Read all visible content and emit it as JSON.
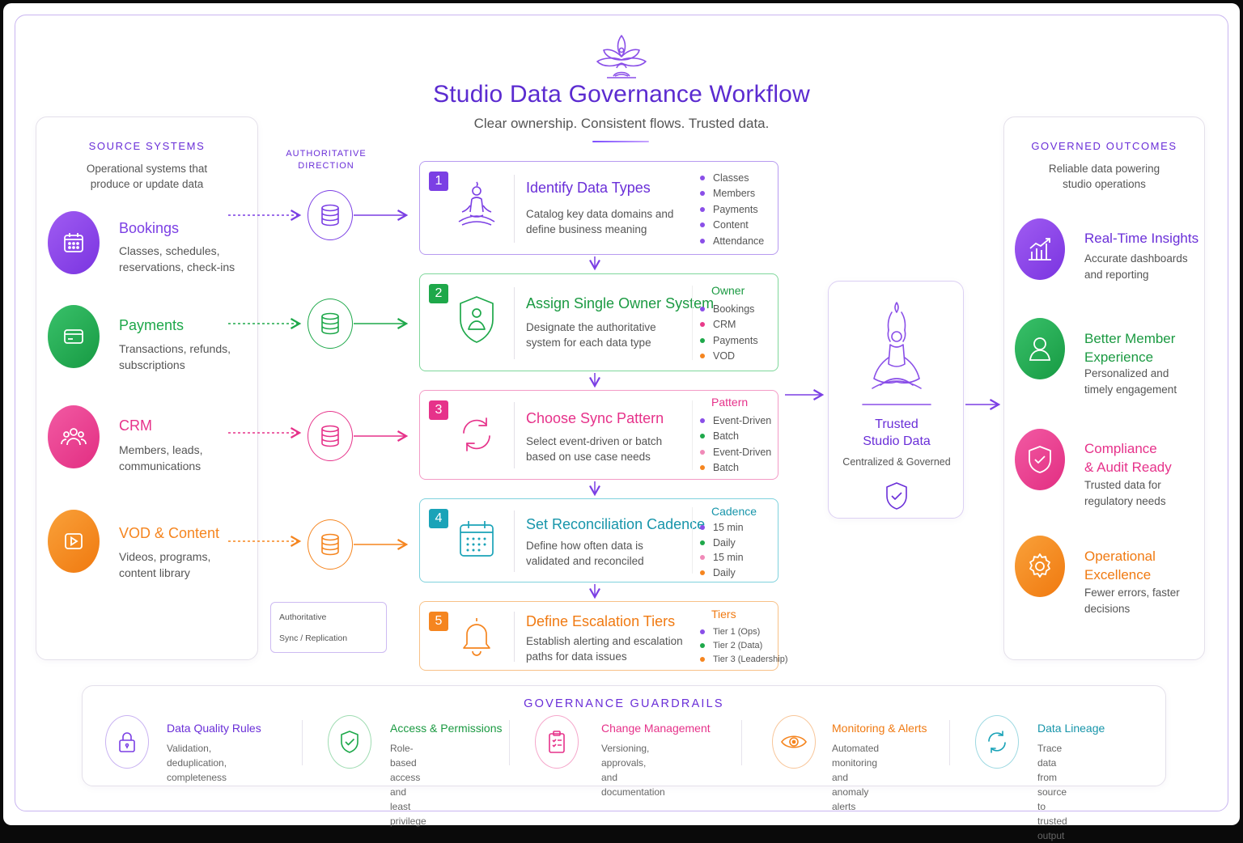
{
  "header": {
    "title": "Studio Data Governance Workflow",
    "subtitle": "Clear ownership. Consistent flows. Trusted data.",
    "logo_icon": "lotus-meditation-icon"
  },
  "source_panel": {
    "heading": "SOURCE SYSTEMS",
    "description": "Operational systems that\nproduce or update data",
    "items": [
      {
        "title": "Bookings",
        "desc": "Classes, schedules,\nreservations, check-ins",
        "color": "#8a3fe8",
        "icon": "calendar-icon"
      },
      {
        "title": "Payments",
        "desc": "Transactions, refunds,\nsubscriptions",
        "color": "#1eaa4e",
        "icon": "credit-card-icon"
      },
      {
        "title": "CRM",
        "desc": "Members, leads,\ncommunications",
        "color": "#e93a8e",
        "icon": "users-icon"
      },
      {
        "title": "VOD & Content",
        "desc": "Videos, programs,\ncontent library",
        "color": "#f5851f",
        "icon": "play-video-icon"
      }
    ]
  },
  "direction_label": "AUTHORITATIVE\nDIRECTION",
  "legend": {
    "authoritative": "Authoritative",
    "sync": "Sync / Replication"
  },
  "steps": [
    {
      "num": "1",
      "title": "Identify Data Types",
      "desc": "Catalog key data domains and\ndefine business meaning",
      "color": "#7b3fe4",
      "icon": "meditation-person-icon",
      "list_head": "",
      "items": [
        {
          "label": "Classes",
          "dot": "#8a4fe8"
        },
        {
          "label": "Members",
          "dot": "#8a4fe8"
        },
        {
          "label": "Payments",
          "dot": "#8a4fe8"
        },
        {
          "label": "Content",
          "dot": "#8a4fe8"
        },
        {
          "label": "Attendance",
          "dot": "#8a4fe8"
        }
      ]
    },
    {
      "num": "2",
      "title": "Assign Single Owner System",
      "desc": "Designate the authoritative\nsystem for each data type",
      "color": "#1ea84a",
      "icon": "shield-user-icon",
      "list_head": "Owner",
      "items": [
        {
          "label": "Bookings",
          "dot": "#8a4fe8"
        },
        {
          "label": "CRM",
          "dot": "#e83a8a"
        },
        {
          "label": "Payments",
          "dot": "#1ea84a"
        },
        {
          "label": "VOD",
          "dot": "#f5851f"
        }
      ]
    },
    {
      "num": "3",
      "title": "Choose Sync Pattern",
      "desc": "Select event-driven or batch\nbased on use case needs",
      "color": "#e6328a",
      "icon": "sync-arrows-icon",
      "list_head": "Pattern",
      "items": [
        {
          "label": "Event-Driven",
          "dot": "#8a4fe8"
        },
        {
          "label": "Batch",
          "dot": "#1ea84a"
        },
        {
          "label": "Event-Driven",
          "dot": "#f08ab8"
        },
        {
          "label": "Batch",
          "dot": "#f5851f"
        }
      ]
    },
    {
      "num": "4",
      "title": "Set Reconciliation Cadence",
      "desc": "Define how often data is\nvalidated and reconciled",
      "color": "#1aa3b8",
      "icon": "calendar-grid-icon",
      "list_head": "Cadence",
      "items": [
        {
          "label": "15 min",
          "dot": "#8a4fe8"
        },
        {
          "label": "Daily",
          "dot": "#1ea84a"
        },
        {
          "label": "15 min",
          "dot": "#f08ab8"
        },
        {
          "label": "Daily",
          "dot": "#f5851f"
        }
      ]
    },
    {
      "num": "5",
      "title": "Define Escalation Tiers",
      "desc": "Establish alerting and escalation\npaths for data issues",
      "color": "#f5851f",
      "icon": "bell-icon",
      "list_head": "Tiers",
      "items": [
        {
          "label": "Tier 1 (Ops)",
          "dot": "#8a4fe8"
        },
        {
          "label": "Tier 2 (Data)",
          "dot": "#1ea84a"
        },
        {
          "label": "Tier 3 (Leadership)",
          "dot": "#f5851f"
        }
      ]
    }
  ],
  "trusted": {
    "title": "Trusted\nStudio Data",
    "subtitle": "Centralized & Governed",
    "icon": "yoga-pose-icon"
  },
  "outcomes_panel": {
    "heading": "GOVERNED OUTCOMES",
    "description": "Reliable data powering\nstudio operations",
    "items": [
      {
        "title": "Real-Time Insights",
        "desc": "Accurate dashboards\nand reporting",
        "color": "#8a3fe8",
        "icon": "bar-chart-icon"
      },
      {
        "title": "Better Member\nExperience",
        "desc": "Personalized and\ntimely engagement",
        "color": "#1eaa4e",
        "icon": "user-icon"
      },
      {
        "title": "Compliance\n& Audit Ready",
        "desc": "Trusted data for\nregulatory needs",
        "color": "#e93a8e",
        "icon": "shield-check-icon"
      },
      {
        "title": "Operational\nExcellence",
        "desc": "Fewer errors, faster\ndecisions",
        "color": "#f5851f",
        "icon": "gear-icon"
      }
    ]
  },
  "guardrails": {
    "heading": "GOVERNANCE GUARDRAILS",
    "items": [
      {
        "title": "Data Quality Rules",
        "desc": "Validation, deduplication,\ncompleteness",
        "color": "#7b3fe4",
        "icon": "lock-icon"
      },
      {
        "title": "Access & Permissions",
        "desc": "Role-based access\nand least privilege",
        "color": "#1ea84a",
        "icon": "shield-check-icon"
      },
      {
        "title": "Change Management",
        "desc": "Versioning, approvals,\nand documentation",
        "color": "#e6328a",
        "icon": "clipboard-icon"
      },
      {
        "title": "Monitoring & Alerts",
        "desc": "Automated monitoring\nand anomaly alerts",
        "color": "#f5851f",
        "icon": "eye-icon"
      },
      {
        "title": "Data Lineage",
        "desc": "Trace data from source\nto trusted output",
        "color": "#1aa3b8",
        "icon": "refresh-icon"
      }
    ]
  }
}
